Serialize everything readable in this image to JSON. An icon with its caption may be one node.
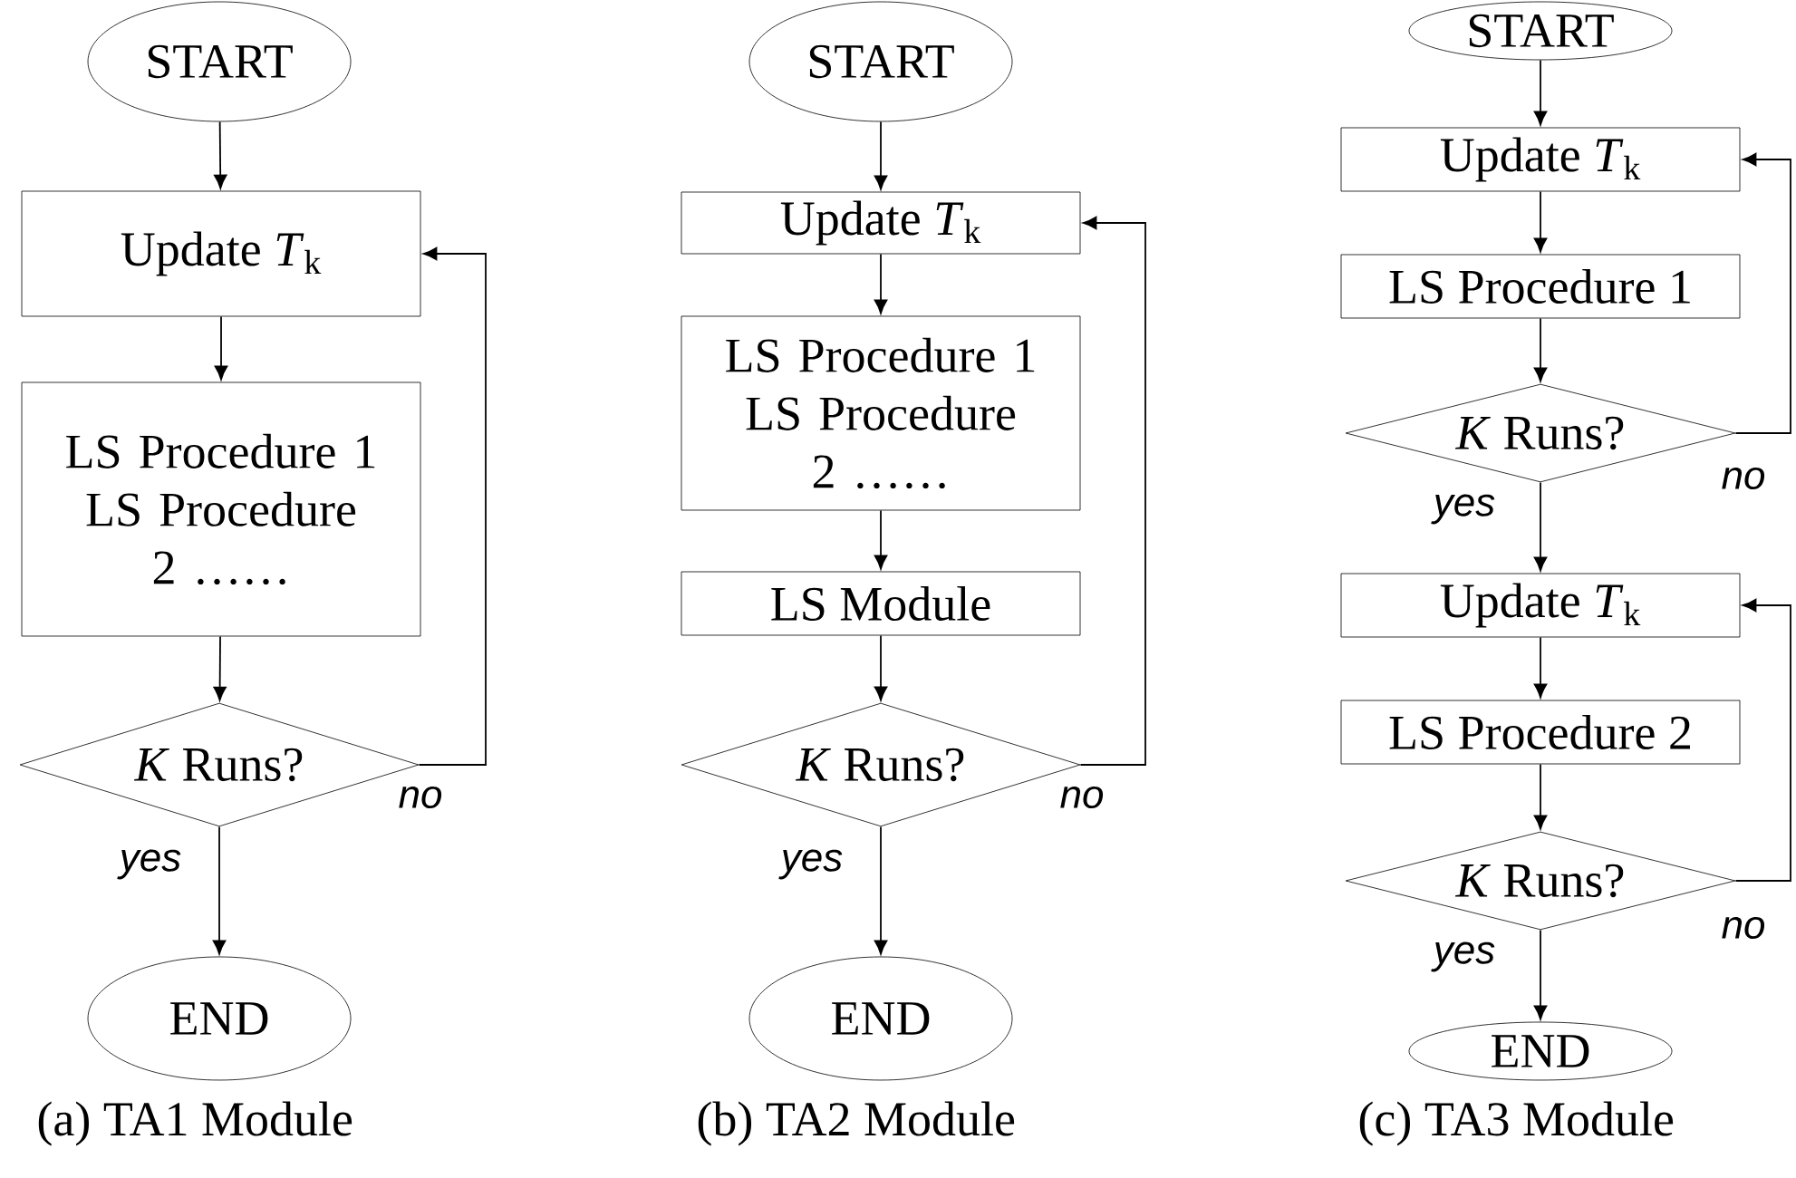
{
  "diagram": {
    "nodes": [
      {
        "text": [
          "START"
        ]
      },
      {
        "text": [
          "Update *T*$_{k}$"
        ]
      },
      {
        "text": [
          "LS Procedure 1 LS Procedure 2 ……"
        ]
      },
      {
        "text": [
          "*K* Runs?"
        ]
      },
      {
        "text": [
          "END"
        ]
      },
      {
        "text": [
          "START"
        ]
      },
      {
        "text": [
          "Update *T*$_{k}$"
        ]
      },
      {
        "text": [
          "LS Procedure 1 LS Procedure 2 ……"
        ]
      },
      {
        "text": [
          "LS Module"
        ]
      },
      {
        "text": [
          "*K* Runs?"
        ]
      },
      {
        "text": [
          "END"
        ]
      },
      {
        "text": [
          "START"
        ]
      },
      {
        "text": [
          "Update *T*$_{k}$"
        ]
      },
      {
        "text": [
          "LS Procedure 1"
        ]
      },
      {
        "text": [
          "*K* Runs?"
        ]
      },
      {
        "text": [
          "Update *T*$_{k}$"
        ]
      },
      {
        "text": [
          "LS Procedure 2"
        ]
      },
      {
        "text": [
          "*K* Runs?"
        ]
      },
      {
        "text": [
          "END"
        ]
      }
    ],
    "edges": [
      {
        "from": 0,
        "to": 1,
        "arrow": "to"
      },
      {
        "from": 1,
        "to": 2,
        "arrow": "to"
      },
      {
        "from": 2,
        "to": 3,
        "arrow": "to"
      },
      {
        "from": 3,
        "to": 4,
        "arrow": "to",
        "label": "yes"
      },
      {
        "from": 3,
        "to": 1,
        "arrow": "to",
        "label": "no"
      },
      {
        "from": 5,
        "to": 6,
        "arrow": "to"
      },
      {
        "from": 6,
        "to": 7,
        "arrow": "to"
      },
      {
        "from": 7,
        "to": 8,
        "arrow": "to"
      },
      {
        "from": 8,
        "to": 9,
        "arrow": "to"
      },
      {
        "from": 9,
        "to": 10,
        "arrow": "to",
        "label": "yes"
      },
      {
        "from": 9,
        "to": 6,
        "arrow": "to",
        "label": "no"
      },
      {
        "from": 11,
        "to": 12,
        "arrow": "to"
      },
      {
        "from": 12,
        "to": 13,
        "arrow": "to"
      },
      {
        "from": 13,
        "to": 14,
        "arrow": "to"
      },
      {
        "from": 14,
        "to": 15,
        "arrow": "to",
        "label": "yes"
      },
      {
        "from": 14,
        "to": 12,
        "arrow": "to",
        "label": "no"
      },
      {
        "from": 15,
        "to": 16,
        "arrow": "to"
      },
      {
        "from": 16,
        "to": 17,
        "arrow": "to"
      },
      {
        "from": 17,
        "to": 18,
        "arrow": "to",
        "label": "yes"
      },
      {
        "from": 17,
        "to": 15,
        "arrow": "to",
        "label": "no"
      }
    ],
    "labels": [
      "(a) TA1 Module",
      "(b) TA2 Module",
      "(c) TA3 Module"
    ]
  }
}
